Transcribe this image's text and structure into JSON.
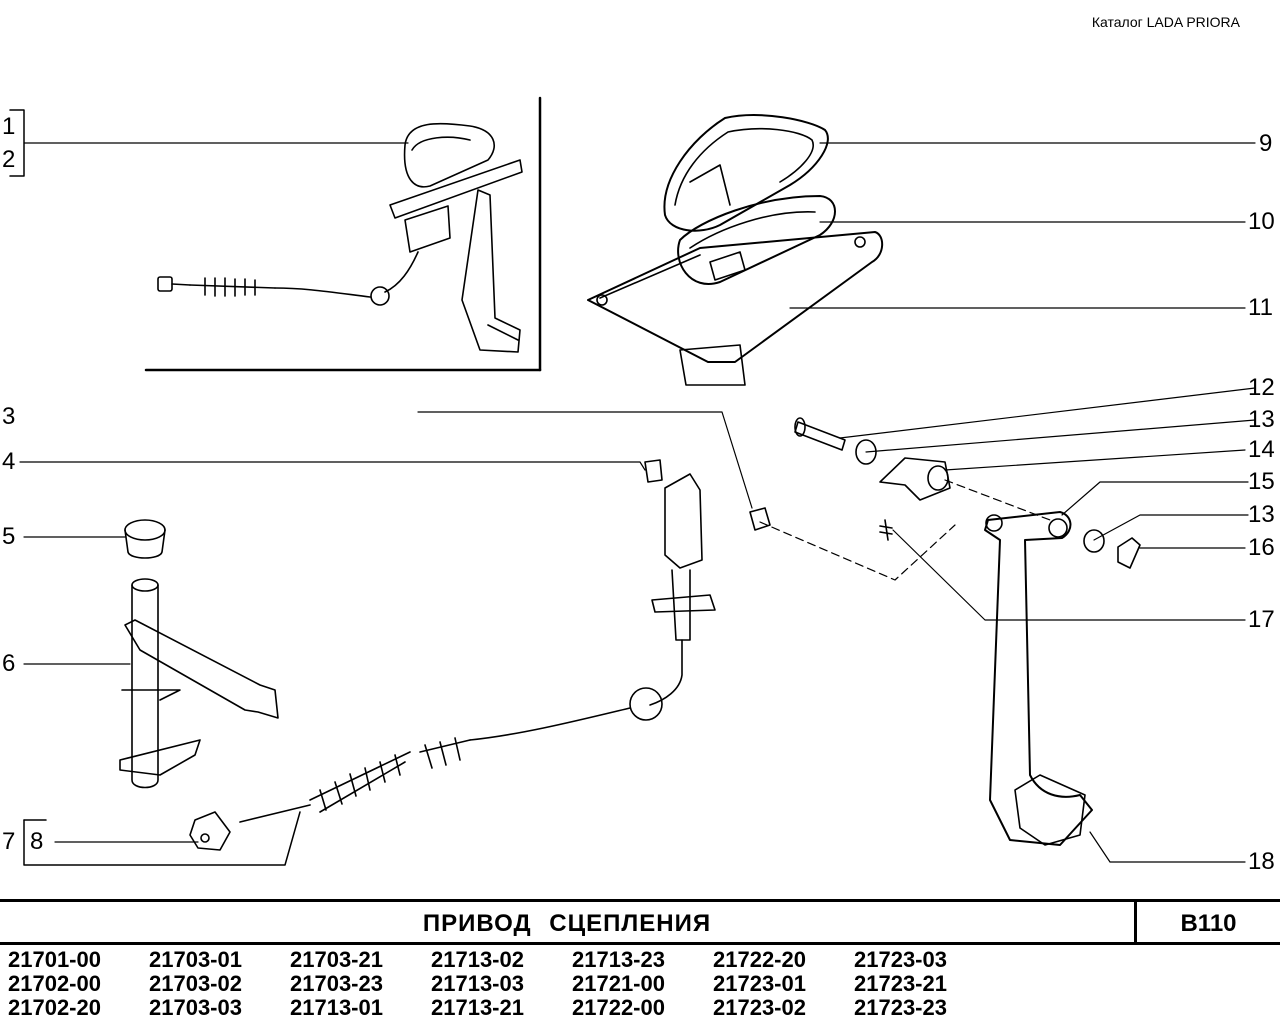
{
  "catalog_label": "Каталог  LADA  PRIORA",
  "callouts": {
    "c1": "1",
    "c2": "2",
    "c3": "3",
    "c4": "4",
    "c5": "5",
    "c6": "6",
    "c7": "7",
    "c8": "8",
    "c9": "9",
    "c10": "10",
    "c11": "11",
    "c12": "12",
    "c13a": "13",
    "c14": "14",
    "c15": "15",
    "c13b": "13",
    "c16": "16",
    "c17": "17",
    "c18": "18"
  },
  "title": "ПРИВОД   СЦЕПЛЕНИЯ",
  "section_code": "B110",
  "models": [
    "21701-00",
    "21703-01",
    "21703-21",
    "21713-02",
    "21713-23",
    "21722-20",
    "21723-03",
    "21702-00",
    "21703-02",
    "21703-23",
    "21713-03",
    "21721-00",
    "21723-01",
    "21723-21",
    "21702-20",
    "21703-03",
    "21713-01",
    "21713-21",
    "21722-00",
    "21723-02",
    "21723-23"
  ]
}
